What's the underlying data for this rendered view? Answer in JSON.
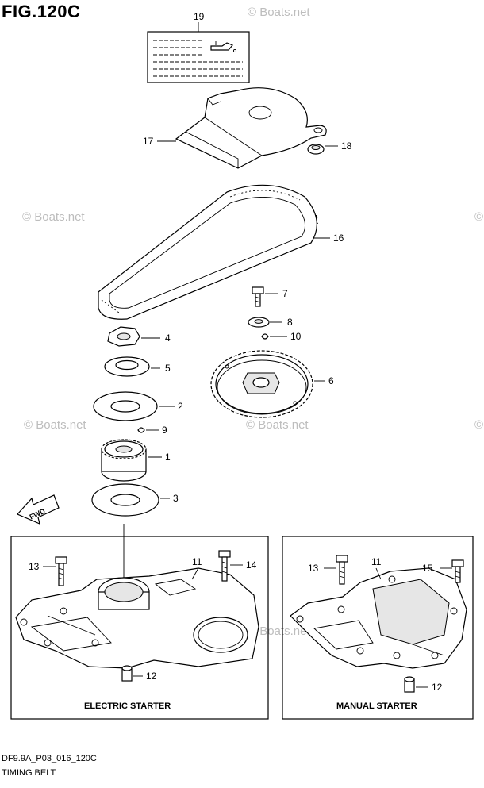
{
  "figure": {
    "title": "FIG.120C",
    "code": "DF9.9A_P03_016_120C",
    "name": "TIMING BELT"
  },
  "watermark": "© Boats.net",
  "direction_label": "FWD",
  "callouts": {
    "c19": "19",
    "c17": "17",
    "c18": "18",
    "c16": "16",
    "c7": "7",
    "c8": "8",
    "c10": "10",
    "c4": "4",
    "c5": "5",
    "c6": "6",
    "c2": "2",
    "c9": "9",
    "c1": "1",
    "c3": "3"
  },
  "panels": {
    "electric": {
      "caption": "ELECTRIC STARTER",
      "callouts": {
        "c13": "13",
        "c11": "11",
        "c14": "14",
        "c12": "12"
      }
    },
    "manual": {
      "caption": "MANUAL STARTER",
      "callouts": {
        "c13": "13",
        "c11": "11",
        "c15": "15",
        "c12": "12"
      }
    }
  }
}
